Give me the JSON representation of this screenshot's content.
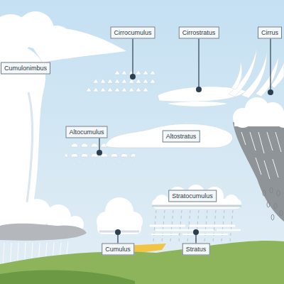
{
  "diagram": {
    "nodes": [
      {
        "text": [
          "Cirrocumulus"
        ]
      },
      {
        "text": [
          "Cirrostratus"
        ]
      },
      {
        "text": [
          "Cirrus"
        ]
      },
      {
        "text": [
          "Cumulonimbus"
        ]
      },
      {
        "text": [
          "Altocumulus"
        ]
      },
      {
        "text": [
          "Altostratus"
        ]
      },
      {
        "text": [
          "Stratocumulus"
        ]
      },
      {
        "text": [
          "Cumulus"
        ]
      },
      {
        "text": [
          "Stratus"
        ]
      }
    ]
  }
}
